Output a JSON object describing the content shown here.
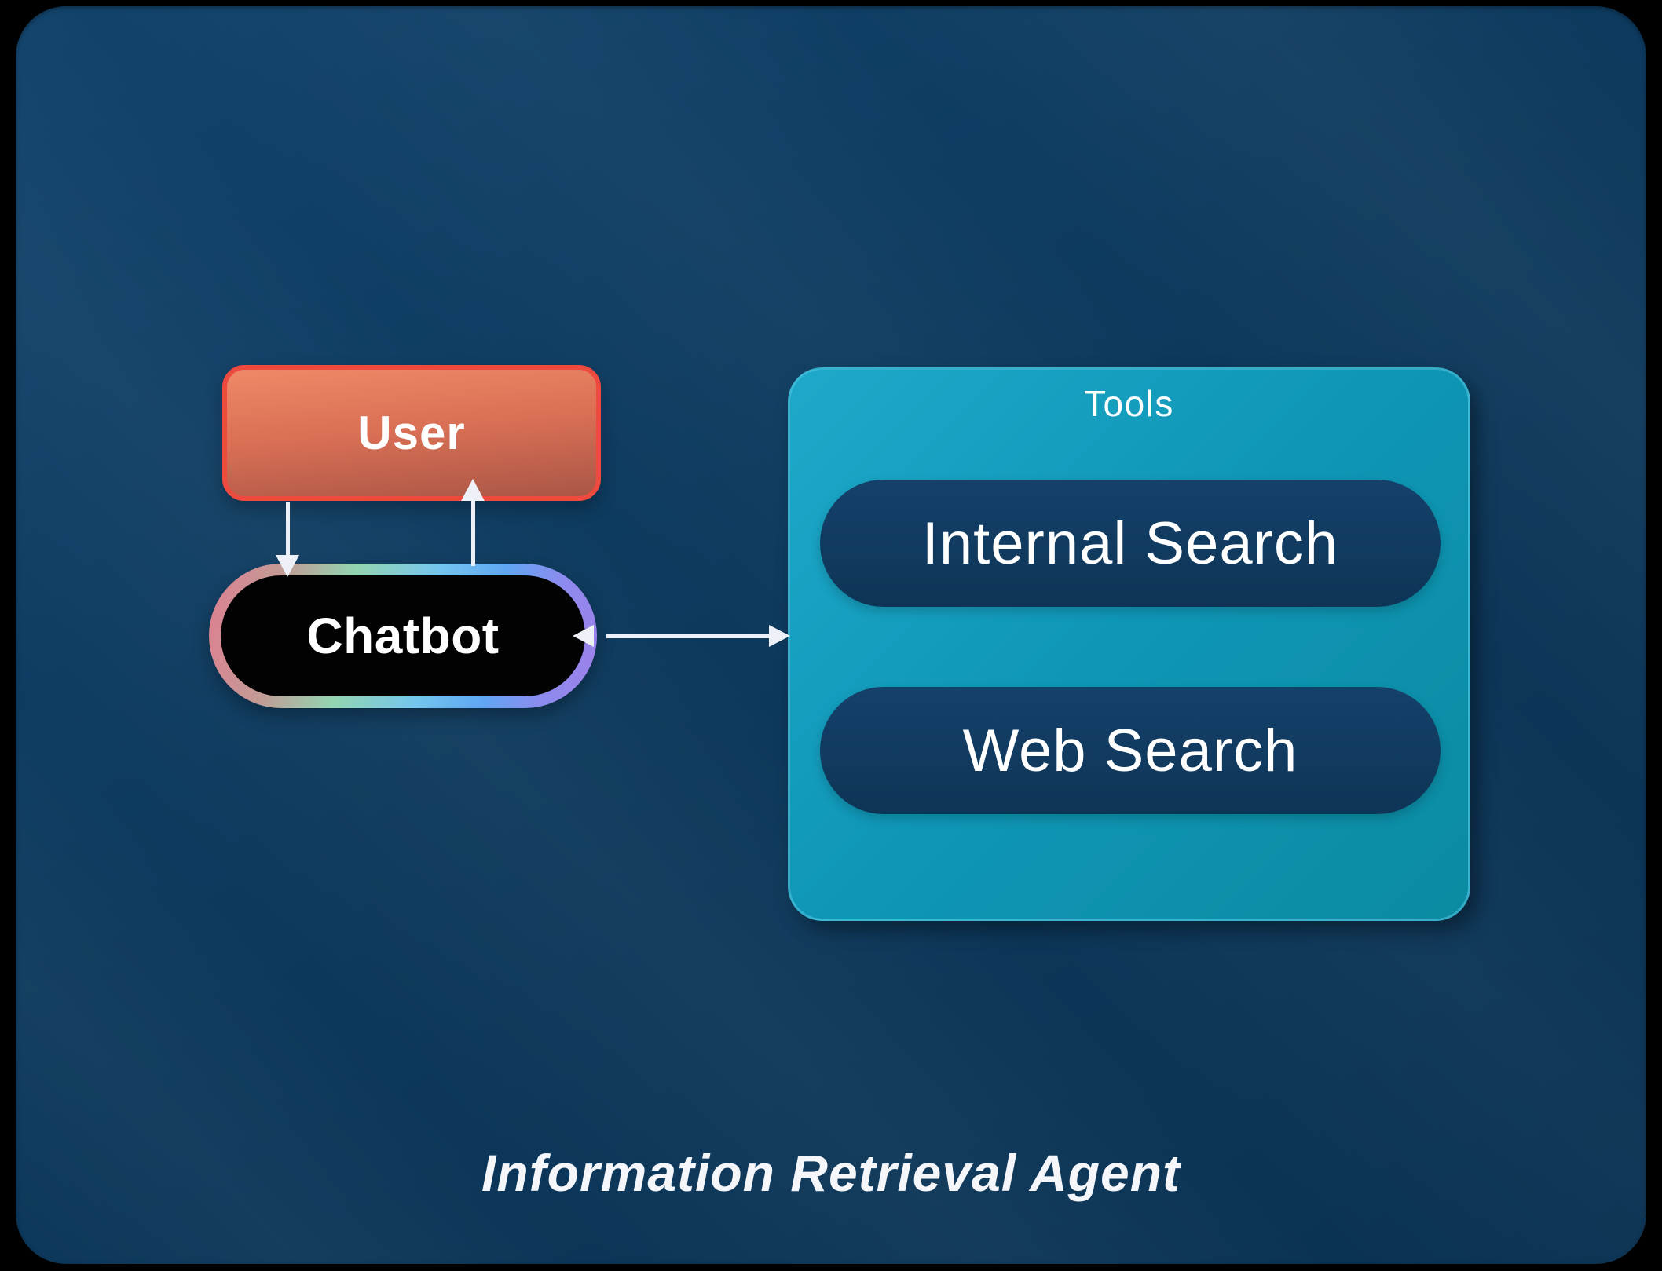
{
  "diagram": {
    "title": "Information Retrieval Agent",
    "nodes": {
      "user": {
        "label": "User"
      },
      "chatbot": {
        "label": "Chatbot"
      },
      "tools": {
        "label": "Tools",
        "items": [
          {
            "label": "Internal Search"
          },
          {
            "label": "Web Search"
          }
        ]
      }
    },
    "edges": [
      {
        "from": "user",
        "to": "chatbot",
        "direction": "down"
      },
      {
        "from": "chatbot",
        "to": "user",
        "direction": "up"
      },
      {
        "from": "chatbot",
        "to": "tools",
        "direction": "bidirectional"
      }
    ],
    "colors": {
      "frame_background": "#000000",
      "canvas_navy": "#0d3a5e",
      "user_fill": "#d96f55",
      "user_border": "#ef4a40",
      "chatbot_fill": "#020202",
      "chatbot_ring": [
        "#df7f90",
        "#93d5b1",
        "#74c5ef",
        "#9f80e8"
      ],
      "tools_fill": "#0f96b6",
      "tools_border": "#56c6e0",
      "tool_pill_fill": "#103a5e",
      "arrow": "#edf1f7",
      "text": "#ffffff"
    }
  }
}
